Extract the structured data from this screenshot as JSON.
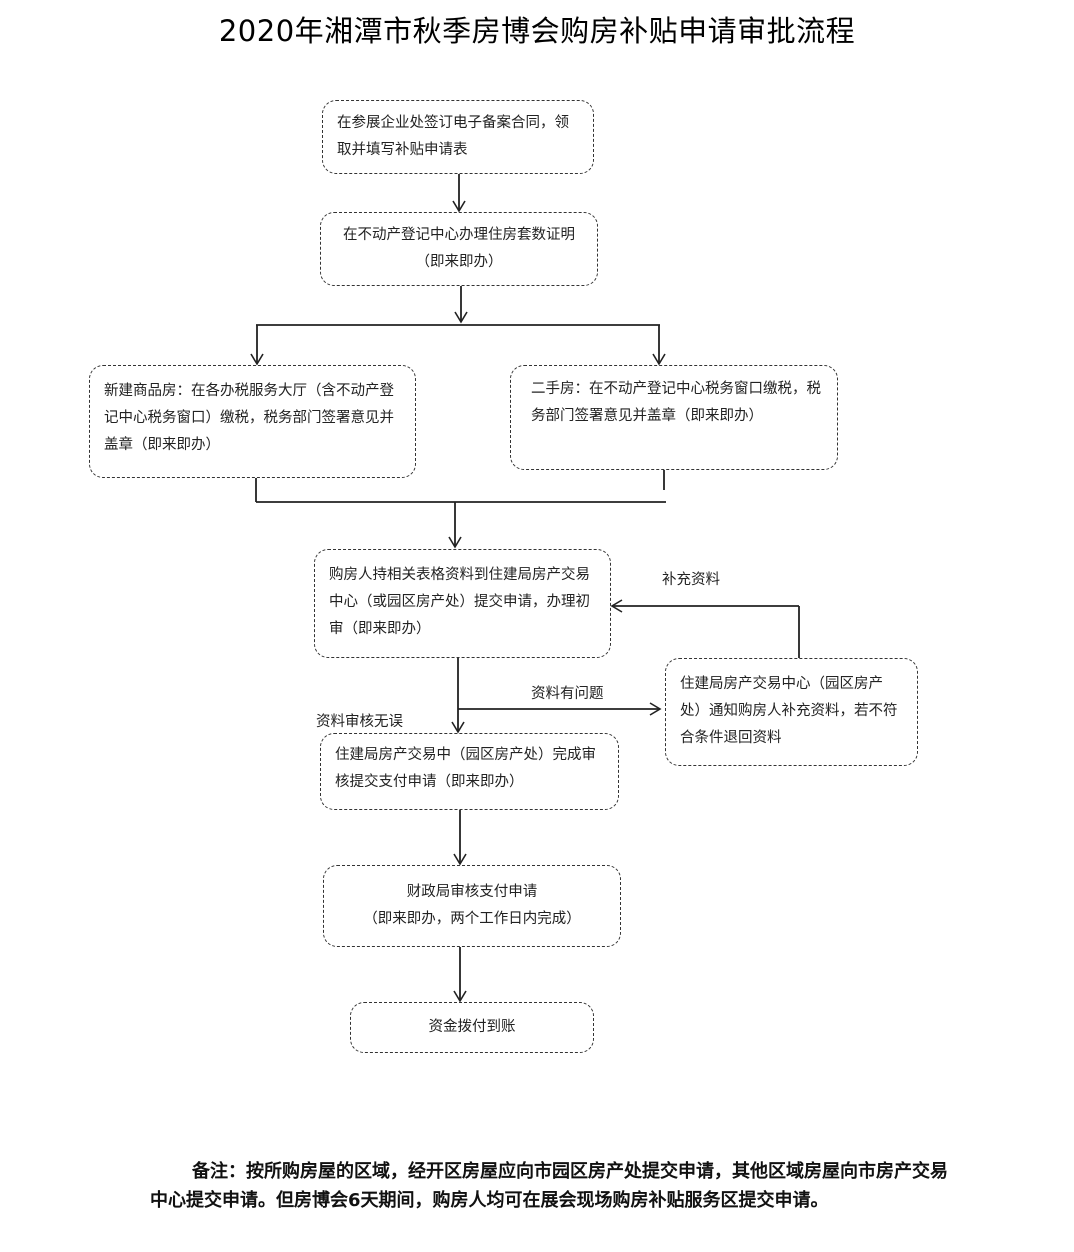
{
  "title": "2020年湘潭市秋季房博会购房补贴申请审批流程",
  "steps": {
    "s1": "在参展企业处签订电子备案合同，领取并填写补贴申请表",
    "s2_line1": "在不动产登记中心办理住房套数证明",
    "s2_line2": "（即来即办）",
    "s3a": "新建商品房：在各办税服务大厅（含不动产登记中心税务窗口）缴税，税务部门签署意见并盖章（即来即办）",
    "s3b": "二手房：在不动产登记中心税务窗口缴税，税务部门签署意见并盖章（即来即办）",
    "s4": "购房人持相关表格资料到住建局房产交易中心（或园区房产处）提交申请，办理初审（即来即办）",
    "s4b": "住建局房产交易中心（园区房产处）通知购房人补充资料，若不符合条件退回资料",
    "s5": "住建局房产交易中（园区房产处）完成审核提交支付申请（即来即办）",
    "s6_line1": "财政局审核支付申请",
    "s6_line2": "（即来即办，两个工作日内完成）",
    "s7": "资金拨付到账"
  },
  "labels": {
    "supplement": "补充资料",
    "problem": "资料有问题",
    "ok": "资料审核无误"
  },
  "note": "备注：按所购房屋的区域，经开区房屋应向市园区房产处提交申请，其他区域房屋向市房产交易中心提交申请。但房博会6天期间，购房人均可在展会现场购房补贴服务区提交申请。"
}
